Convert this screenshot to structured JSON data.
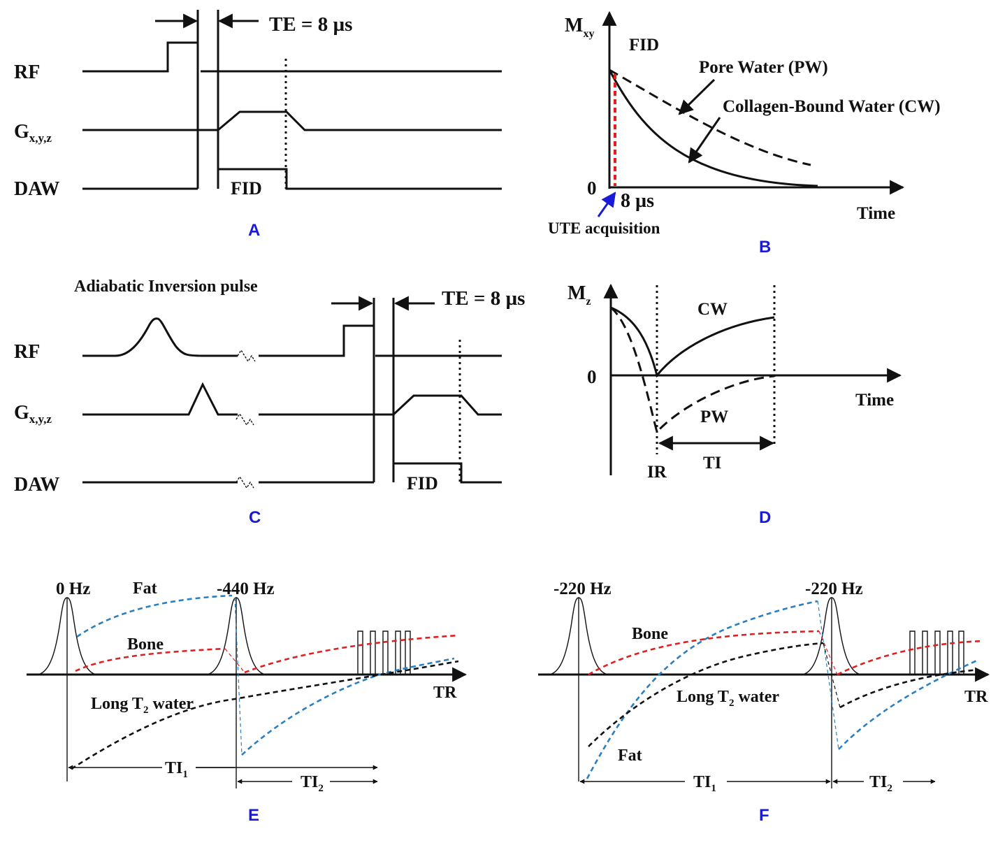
{
  "colors": {
    "ink": "#111111",
    "panel_letter": "#1a1adb",
    "red": "#e02020",
    "blue": "#2a7fc0",
    "arrow_blue": "#1a1adb"
  },
  "panel_a": {
    "letter": "A",
    "te_label": "TE = 8 µs",
    "rows": [
      "RF",
      "G",
      "x,y,z",
      "DAW"
    ],
    "fid": "FID"
  },
  "panel_b": {
    "letter": "B",
    "y_axis": "M",
    "y_sub": "xy",
    "fid": "FID",
    "pw": "Pore Water (PW)",
    "cw": "Collagen-Bound Water (CW)",
    "zero": "0",
    "te": "8 µs",
    "time": "Time",
    "ute": "UTE acquisition"
  },
  "panel_c": {
    "letter": "C",
    "title": "Adiabatic Inversion pulse",
    "te_label": "TE = 8 µs",
    "rows": [
      "RF",
      "G",
      "x,y,z",
      "DAW"
    ],
    "fid": "FID"
  },
  "panel_d": {
    "letter": "D",
    "y_axis": "M",
    "y_sub": "z",
    "cw": "CW",
    "pw": "PW",
    "zero": "0",
    "time": "Time",
    "ir": "IR",
    "ti": "TI"
  },
  "panel_e": {
    "letter": "E",
    "freq1": "0 Hz",
    "freq2": "-440 Hz",
    "fat": "Fat",
    "bone": "Bone",
    "water": "Long T",
    "water_sub": "2",
    "water_tail": " water",
    "tr": "TR",
    "ti1": "TI",
    "ti1_sub": "1",
    "ti2": "TI",
    "ti2_sub": "2"
  },
  "panel_f": {
    "letter": "F",
    "freq1": "-220 Hz",
    "freq2": "-220 Hz",
    "bone": "Bone",
    "fat": "Fat",
    "water": "Long T",
    "water_sub": "2",
    "water_tail": " water",
    "tr": "TR",
    "ti1": "TI",
    "ti1_sub": "1",
    "ti2": "TI",
    "ti2_sub": "2"
  }
}
